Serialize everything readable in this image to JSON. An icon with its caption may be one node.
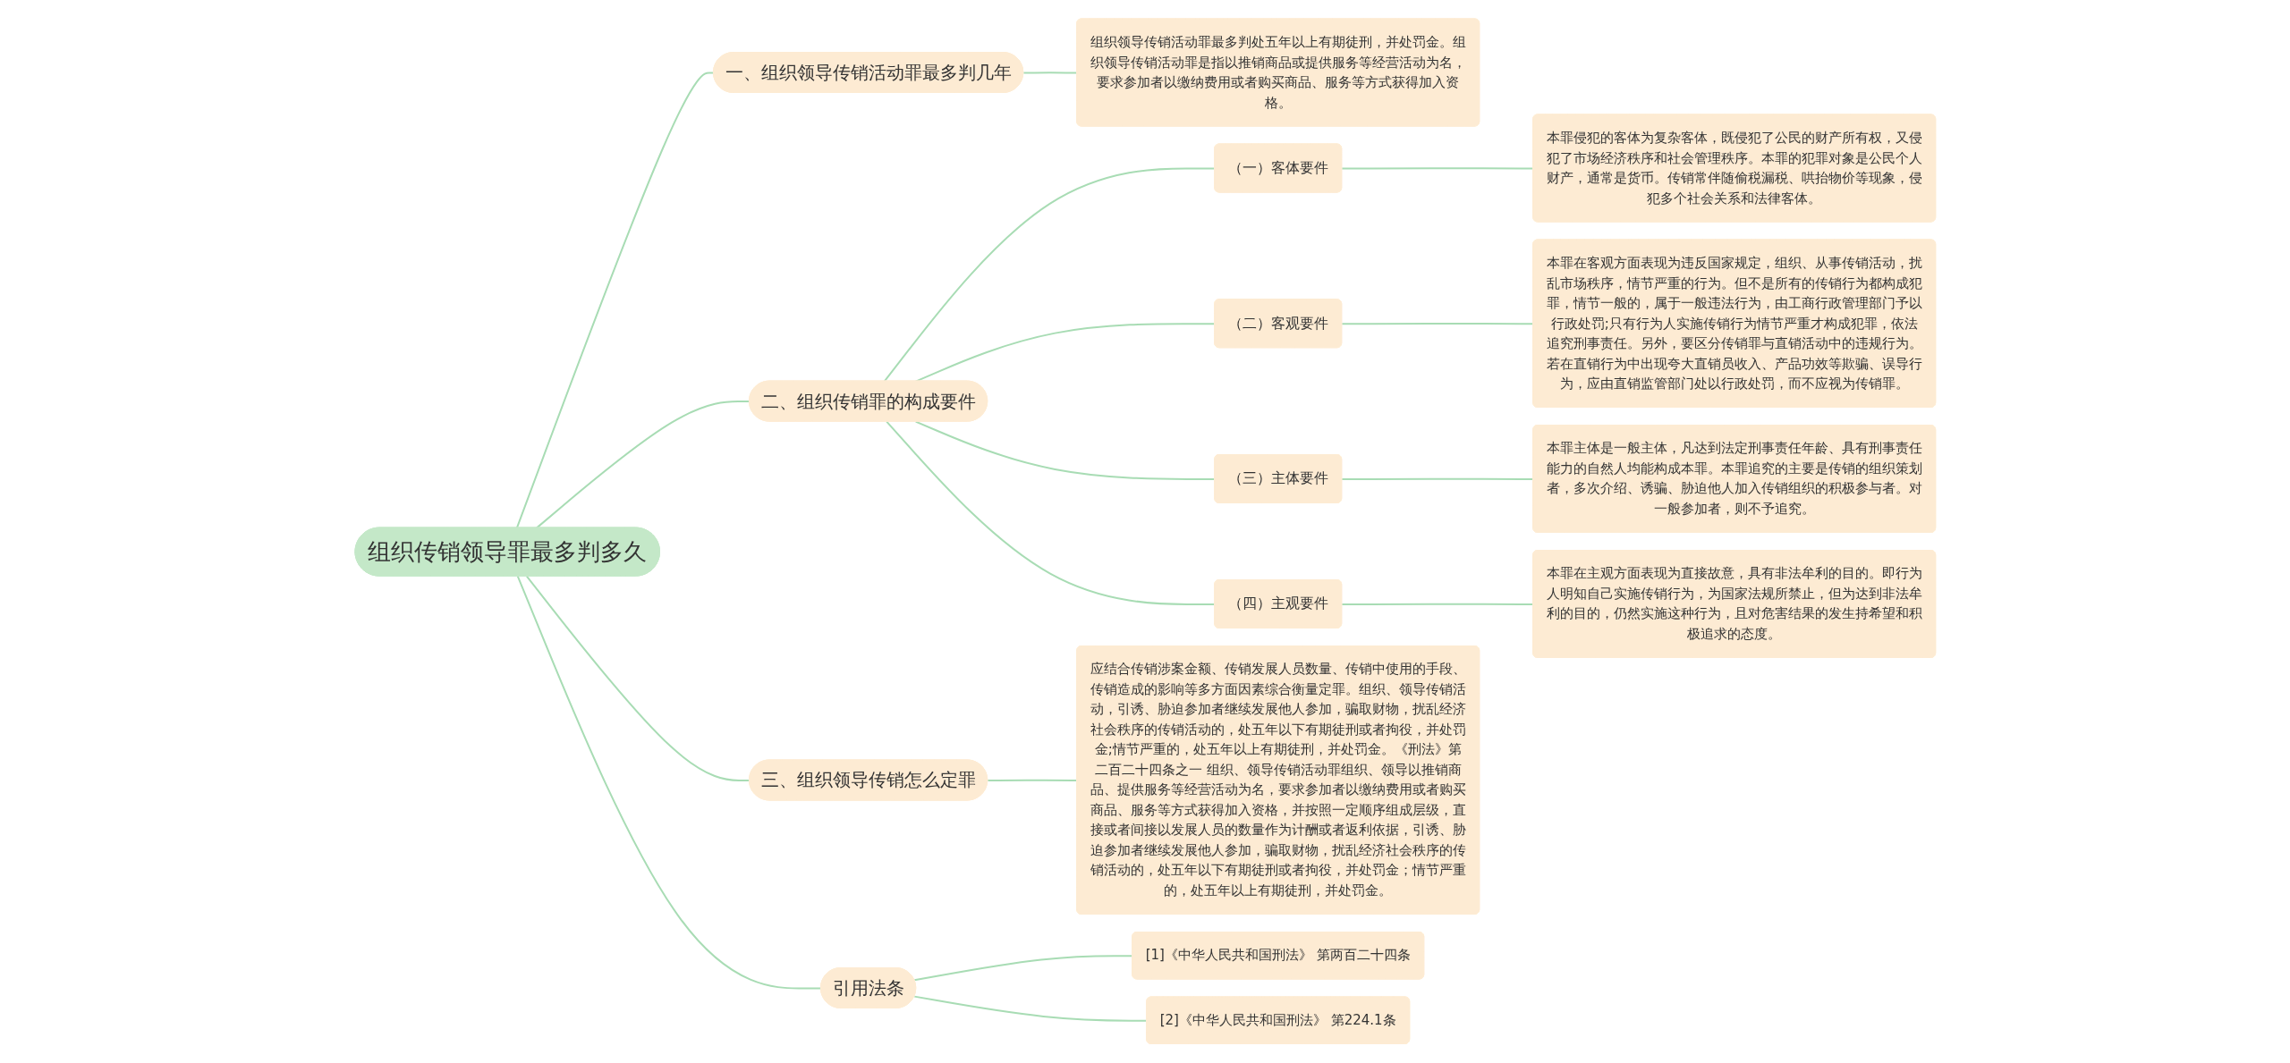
{
  "diagram": {
    "nodes": [
      {
        "text": [
          "组织传销领导罪最多判多久"
        ]
      },
      {
        "text": [
          "一、组织领导传销活动罪最多判几年"
        ]
      },
      {
        "text": [
          "组织领导传销活动罪最多判处五年以上有期徒刑，并处罚金。组织领导传销活动罪是指以推销商品或提供服务等经营活动为名，要求参加者以缴纳费用或者购买商品、服务等方式获得加入资格。"
        ]
      },
      {
        "text": [
          "二、组织传销罪的构成要件"
        ]
      },
      {
        "text": [
          "（一）客体要件"
        ]
      },
      {
        "text": [
          "本罪侵犯的客体为复杂客体，既侵犯了公民的财产所有权，又侵犯了市场经济秩序和社会管理秩序。本罪的犯罪对象是公民个人财产，通常是货币。传销常伴随偷税漏税、哄抬物价等现象，侵犯多个社会关系和法律客体。"
        ]
      },
      {
        "text": [
          "（二）客观要件"
        ]
      },
      {
        "text": [
          "本罪在客观方面表现为违反国家规定，组织、从事传销活动，扰乱市场秩序，情节严重的行为。但不是所有的传销行为都构成犯罪，情节一般的，属于一般违法行为，由工商行政管理部门予以行政处罚;只有行为人实施传销行为情节严重才构成犯罪，依法追究刑事责任。另外，要区分传销罪与直销活动中的违规行为。若在直销行为中出现夸大直销员收入、产品功效等欺骗、误导行为，应由直销监管部门处以行政处罚，而不应视为传销罪。"
        ]
      },
      {
        "text": [
          "（三）主体要件"
        ]
      },
      {
        "text": [
          "本罪主体是一般主体，凡达到法定刑事责任年龄、具有刑事责任能力的自然人均能构成本罪。本罪追究的主要是传销的组织策划者，多次介绍、诱骗、胁迫他人加入传销组织的积极参与者。对一般参加者，则不予追究。"
        ]
      },
      {
        "text": [
          "（四）主观要件"
        ]
      },
      {
        "text": [
          "本罪在主观方面表现为直接故意，具有非法牟利的目的。即行为人明知自己实施传销行为，为国家法规所禁止，但为达到非法牟利的目的，仍然实施这种行为，且对危害结果的发生持希望和积极追求的态度。"
        ]
      },
      {
        "text": [
          "三、组织领导传销怎么定罪"
        ]
      },
      {
        "text": [
          "应结合传销涉案金额、传销发展人员数量、传销中使用的手段、传销造成的影响等多方面因素综合衡量定罪。组织、领导传销活动，引诱、胁迫参加者继续发展他人参加，骗取财物，扰乱经济社会秩序的传销活动的，处五年以下有期徒刑或者拘役，并处罚金;情节严重的，处五年以上有期徒刑，并处罚金。《刑法》第二百二十四条之一 组织、领导传销活动罪组织、领导以推销商品、提供服务等经营活动为名，要求参加者以缴纳费用或者购买商品、服务等方式获得加入资格，并按照一定顺序组成层级，直接或者间接以发展人员的数量作为计酬或者返利依据，引诱、胁迫参加者继续发展他人参加，骗取财物，扰乱经济社会秩序的传销活动的，处五年以下有期徒刑或者拘役，并处罚金；情节严重的，处五年以上有期徒刑，并处罚金。"
        ]
      },
      {
        "text": [
          "引用法条"
        ]
      },
      {
        "text": [
          "[1]《中华人民共和国刑法》 第两百二十四条"
        ]
      },
      {
        "text": [
          "[2]《中华人民共和国刑法》 第224.1条"
        ]
      }
    ],
    "edges": [
      {
        "from": 0,
        "to": 1,
        "arrow": "none"
      },
      {
        "from": 1,
        "to": 2,
        "arrow": "none"
      },
      {
        "from": 0,
        "to": 3,
        "arrow": "none"
      },
      {
        "from": 3,
        "to": 4,
        "arrow": "none"
      },
      {
        "from": 4,
        "to": 5,
        "arrow": "none"
      },
      {
        "from": 3,
        "to": 6,
        "arrow": "none"
      },
      {
        "from": 6,
        "to": 7,
        "arrow": "none"
      },
      {
        "from": 3,
        "to": 8,
        "arrow": "none"
      },
      {
        "from": 8,
        "to": 9,
        "arrow": "none"
      },
      {
        "from": 3,
        "to": 10,
        "arrow": "none"
      },
      {
        "from": 10,
        "to": 11,
        "arrow": "none"
      },
      {
        "from": 0,
        "to": 12,
        "arrow": "none"
      },
      {
        "from": 12,
        "to": 13,
        "arrow": "none"
      },
      {
        "from": 0,
        "to": 14,
        "arrow": "none"
      },
      {
        "from": 14,
        "to": 15,
        "arrow": "none"
      },
      {
        "from": 14,
        "to": 16,
        "arrow": "none"
      }
    ]
  }
}
